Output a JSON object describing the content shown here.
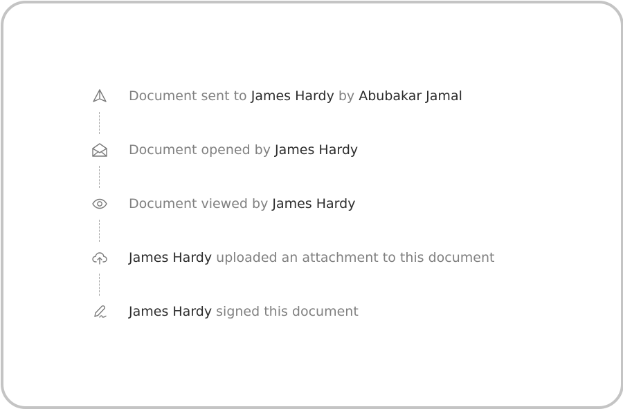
{
  "activity": {
    "events": [
      {
        "icon": "send-icon",
        "parts": [
          {
            "text": "Document sent to ",
            "emphasis": false
          },
          {
            "text": "James Hardy",
            "emphasis": true
          },
          {
            "text": " by ",
            "emphasis": false
          },
          {
            "text": "Abubakar Jamal",
            "emphasis": true
          }
        ]
      },
      {
        "icon": "envelope-open-icon",
        "parts": [
          {
            "text": "Document opened by ",
            "emphasis": false
          },
          {
            "text": "James Hardy",
            "emphasis": true
          }
        ]
      },
      {
        "icon": "eye-icon",
        "parts": [
          {
            "text": "Document viewed by ",
            "emphasis": false
          },
          {
            "text": "James Hardy",
            "emphasis": true
          }
        ]
      },
      {
        "icon": "cloud-upload-icon",
        "parts": [
          {
            "text": "James Hardy",
            "emphasis": true
          },
          {
            "text": " uploaded an attachment to this document",
            "emphasis": false
          }
        ]
      },
      {
        "icon": "signature-pen-icon",
        "parts": [
          {
            "text": "James Hardy",
            "emphasis": true
          },
          {
            "text": " signed this document",
            "emphasis": false
          }
        ]
      }
    ]
  },
  "colors": {
    "frame_border": "#c4c4c4",
    "muted_text": "#808080",
    "name_text": "#2b2b2b",
    "icon_stroke": "#7a7a7a",
    "connector": "#a8a8a8"
  }
}
